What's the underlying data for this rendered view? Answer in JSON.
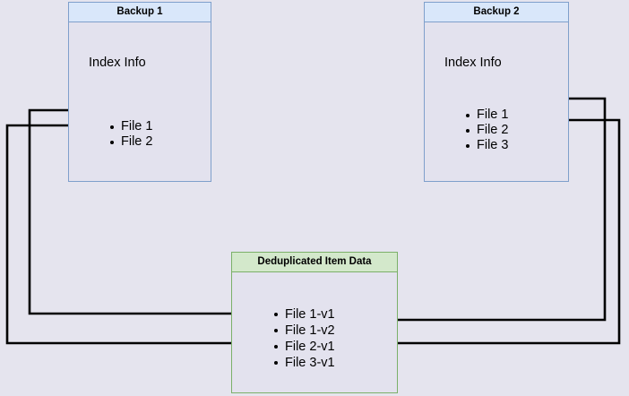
{
  "diagram": {
    "background_color": "#e5e4ee",
    "title_text_color": "#000000",
    "edge_color": "#000000"
  },
  "nodes": {
    "backup1": {
      "title": "Backup 1",
      "section_label": "Index Info",
      "border_color": "#7f9fcb",
      "header_fill": "#d9e7fa",
      "body_fill": "#e3e2ee",
      "files": [
        {
          "label": "File 1"
        },
        {
          "label": "File 2"
        }
      ]
    },
    "backup2": {
      "title": "Backup 2",
      "section_label": "Index Info",
      "border_color": "#7f9fcb",
      "header_fill": "#d9e7fa",
      "body_fill": "#e3e2ee",
      "files": [
        {
          "label": "File 1"
        },
        {
          "label": "File 2"
        },
        {
          "label": "File 3"
        }
      ]
    },
    "dedup": {
      "title": "Deduplicated Item Data",
      "border_color": "#7bb069",
      "header_fill": "#d3e8cb",
      "body_fill": "#e3e2ee",
      "items": [
        {
          "label": "File 1-v1"
        },
        {
          "label": "File 1-v2"
        },
        {
          "label": "File 2-v1"
        },
        {
          "label": "File 3-v1"
        }
      ]
    }
  },
  "edges": [
    {
      "name": "backup1-file1-to-file1v1",
      "from": "Backup 1 / File 1",
      "to": "Deduplicated Item Data / File 1-v1"
    },
    {
      "name": "backup1-file2-to-file2v1",
      "from": "Backup 1 / File 2",
      "to": "Deduplicated Item Data / File 2-v1"
    },
    {
      "name": "backup2-file1-to-file1v2",
      "from": "Backup 2 / File 1",
      "to": "Deduplicated Item Data / File 1-v2"
    },
    {
      "name": "backup2-file2-to-file2v1",
      "from": "Backup 2 / File 2",
      "to": "Deduplicated Item Data / File 2-v1"
    }
  ]
}
